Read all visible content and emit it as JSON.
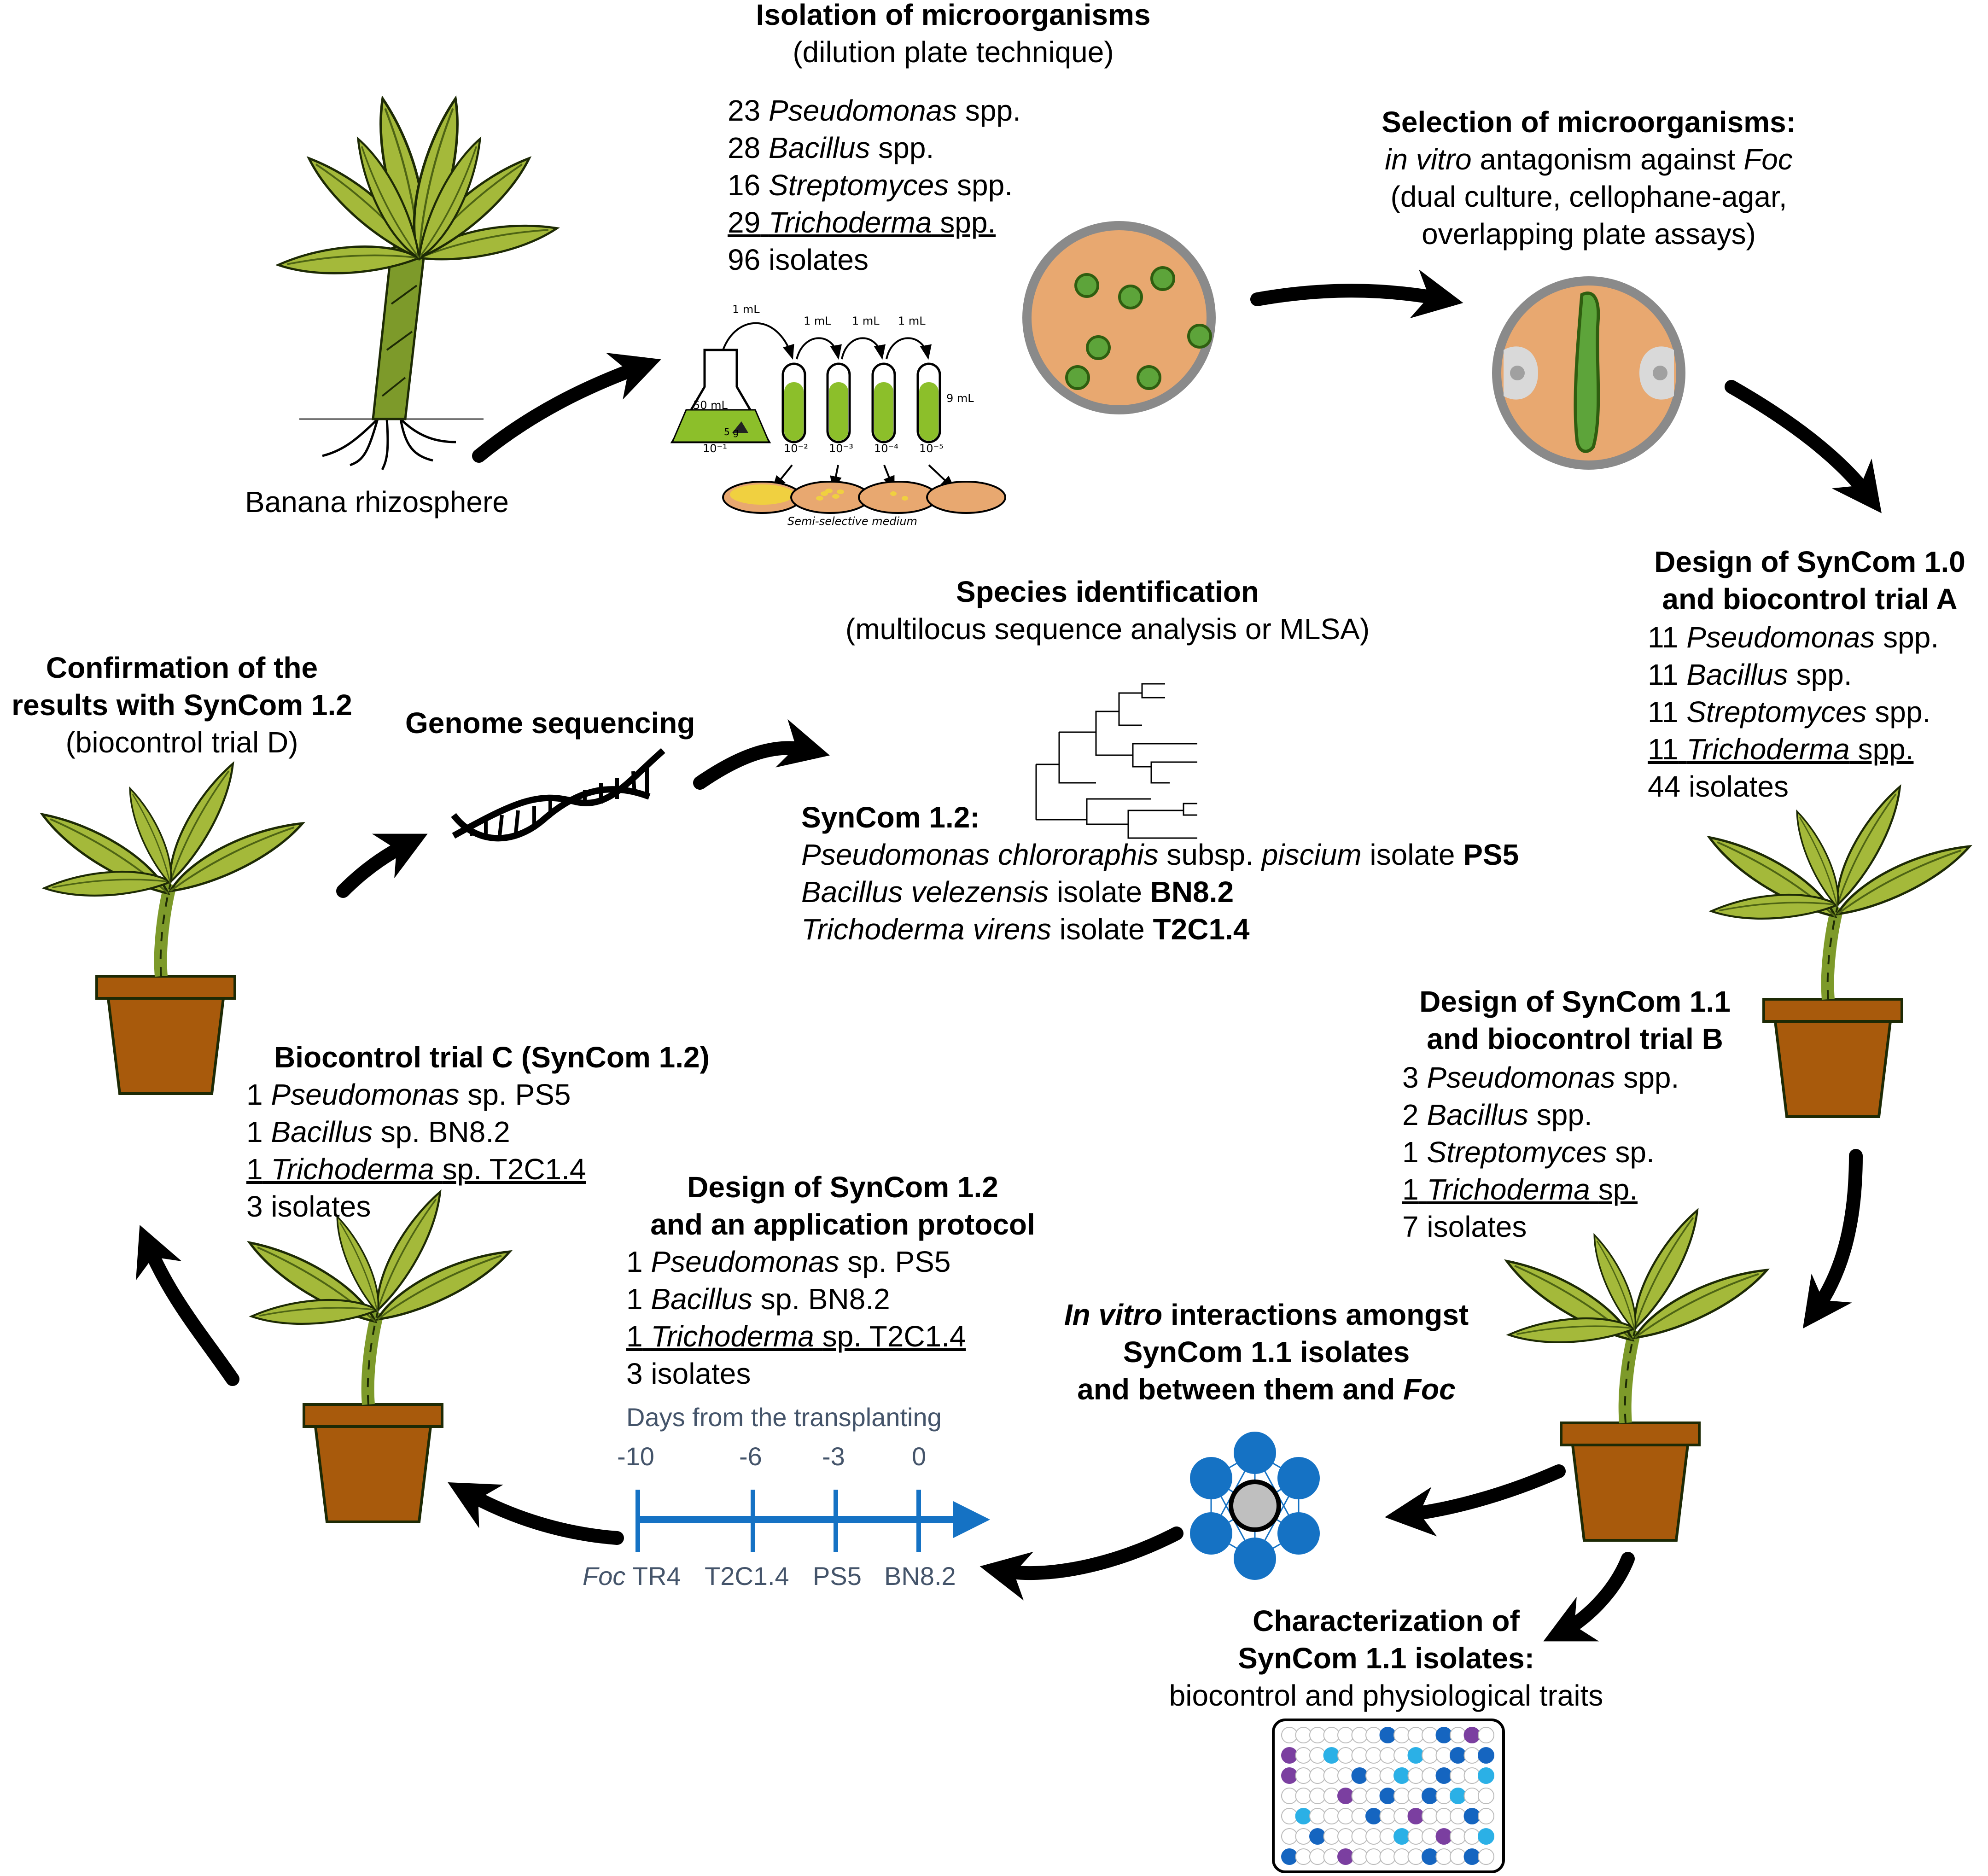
{
  "isolation": {
    "title": "Isolation of microorganisms",
    "subtitle": "(dilution plate technique)",
    "l1_num": "23",
    "l1_genus": "Pseudomonas",
    "l1_rest": "spp.",
    "l2_num": "28",
    "l2_genus": "Bacillus",
    "l2_rest": "spp.",
    "l3_num": "16",
    "l3_genus": "Streptomyces",
    "l3_rest": "spp.",
    "l4_num": "29",
    "l4_genus": "Trichoderma",
    "l4_rest": "spp.",
    "total": "96 isolates"
  },
  "dilution": {
    "vol1": "1 mL",
    "vol2": "1 mL",
    "vol3": "1 mL",
    "vol4": "1 mL",
    "flask_vol": "50 mL",
    "flask_mass": "5 g",
    "tube_vol": "9 mL",
    "d1": "10⁻¹",
    "d2": "10⁻²",
    "d3": "10⁻³",
    "d4": "10⁻⁴",
    "d5": "10⁻⁵",
    "medium": "Semi-selective medium"
  },
  "banana_label": "Banana rhizosphere",
  "selection": {
    "title": "Selection of microorganisms:",
    "l1_italic": "in vitro",
    "l1_mid": " antagonism against ",
    "l1_foc": "Foc",
    "l2": "(dual culture, cellophane-agar,",
    "l3": "overlapping plate assays)"
  },
  "syncom10": {
    "title1": "Design of SynCom 1.0",
    "title2": "and biocontrol trial A",
    "l1_num": "11",
    "l1_genus": "Pseudomonas",
    "l1_rest": "spp.",
    "l2_num": "11",
    "l2_genus": "Bacillus",
    "l2_rest": "spp.",
    "l3_num": "11",
    "l3_genus": "Streptomyces",
    "l3_rest": "spp.",
    "l4_num": "11",
    "l4_genus": "Trichoderma",
    "l4_rest": "spp.",
    "total": "44 isolates"
  },
  "species": {
    "title": "Species identification",
    "subtitle": "(multilocus sequence analysis or MLSA)"
  },
  "syncom12_box": {
    "title": "SynCom 1.2:",
    "l1_sp": "Pseudomonas chlororaphis",
    "l1_mid": " subsp. ",
    "l1_sub": "piscium",
    "l1_iso": " isolate ",
    "l1_id": "PS5",
    "l2_sp": "Bacillus velezensis",
    "l2_iso": " isolate ",
    "l2_id": "BN8.2",
    "l3_sp": "Trichoderma virens",
    "l3_iso": " isolate ",
    "l3_id": "T2C1.4"
  },
  "genome_title": "Genome sequencing",
  "confirmation": {
    "l1": "Confirmation of the",
    "l2": "results with SynCom 1.2",
    "l3": "(biocontrol trial D)"
  },
  "syncom11": {
    "title1": "Design of SynCom 1.1",
    "title2": "and biocontrol trial B",
    "l1_num": "3",
    "l1_genus": "Pseudomonas",
    "l1_rest": "spp.",
    "l2_num": "2",
    "l2_genus": "Bacillus",
    "l2_rest": "spp.",
    "l3_num": "1",
    "l3_genus": "Streptomyces",
    "l3_rest": "sp.",
    "l4_num": "1",
    "l4_genus": "Trichoderma",
    "l4_rest": "sp.",
    "total": "7 isolates"
  },
  "trialc": {
    "title": "Biocontrol trial C (SynCom 1.2)",
    "l1_num": "1",
    "l1_genus": "Pseudomonas",
    "l1_rest": "sp. PS5",
    "l2_num": "1",
    "l2_genus": "Bacillus",
    "l2_rest": "sp. BN8.2",
    "l3_num": "1",
    "l3_genus": "Trichoderma",
    "l3_rest": "sp. T2C1.4",
    "total": "3 isolates"
  },
  "syncom12_design": {
    "title1": "Design of SynCom 1.2",
    "title2": "and an application protocol",
    "l1_num": "1",
    "l1_genus": "Pseudomonas",
    "l1_rest": "sp. PS5",
    "l2_num": "1",
    "l2_genus": "Bacillus",
    "l2_rest": "sp. BN8.2",
    "l3_num": "1",
    "l3_genus": "Trichoderma",
    "l3_rest": "sp. T2C1.4",
    "total": "3 isolates"
  },
  "timeline": {
    "title": "Days from the transplanting",
    "ticks": [
      "-10",
      "-6",
      "-3",
      "0"
    ],
    "foc": "Foc",
    "labels": [
      "TR4",
      "T2C1.4",
      "PS5",
      "BN8.2"
    ]
  },
  "interactions": {
    "l1_italic": "In vitro",
    "l1_rest": " interactions amongst",
    "l2": "SynCom 1.1 isolates",
    "l3_pre": "and between them and ",
    "l3_foc": "Foc"
  },
  "characterization": {
    "l1": "Characterization of",
    "l2": "SynCom 1.1 isolates:",
    "l3": "biocontrol and physiological traits"
  },
  "colors": {
    "leaf": "#a4b93a",
    "stem": "#7d9a2a",
    "pot": "#a85a0c",
    "agar": "#e8a870",
    "plate_rim": "#8a8a8a",
    "colony": "#5da43a",
    "network": "#1572c4",
    "timeline": "#1572c4",
    "text_blue": "#44546a",
    "well_dark": "#1565c0",
    "well_light": "#2bb0e6",
    "well_purple": "#7b3fa0"
  },
  "icons": [
    "banana-plant-icon",
    "erlenmeyer-flask-icon",
    "test-tube-icon",
    "petri-dish-icon",
    "dna-helix-icon",
    "phylogenetic-tree-icon",
    "potted-plant-icon",
    "network-icon",
    "well-plate-icon",
    "arrow-icon"
  ]
}
